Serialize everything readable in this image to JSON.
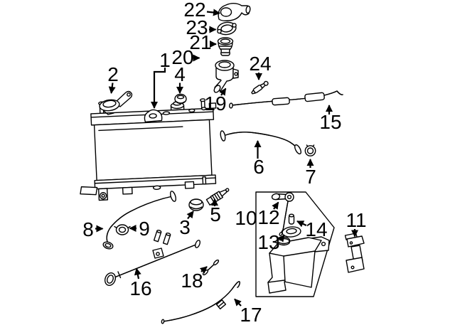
{
  "diagram": {
    "type": "automotive-cooling-system-parts-diagram",
    "colors": {
      "background": "#ffffff",
      "line": "#000000"
    },
    "callouts": [
      {
        "label": "1"
      },
      {
        "label": "2"
      },
      {
        "label": "3"
      },
      {
        "label": "4"
      },
      {
        "label": "5"
      },
      {
        "label": "6"
      },
      {
        "label": "7"
      },
      {
        "label": "8"
      },
      {
        "label": "9"
      },
      {
        "label": "10"
      },
      {
        "label": "11"
      },
      {
        "label": "12"
      },
      {
        "label": "13"
      },
      {
        "label": "14"
      },
      {
        "label": "15"
      },
      {
        "label": "16"
      },
      {
        "label": "17"
      },
      {
        "label": "18"
      },
      {
        "label": "19"
      },
      {
        "label": "20"
      },
      {
        "label": "21"
      },
      {
        "label": "22"
      },
      {
        "label": "23"
      },
      {
        "label": "24"
      }
    ]
  }
}
